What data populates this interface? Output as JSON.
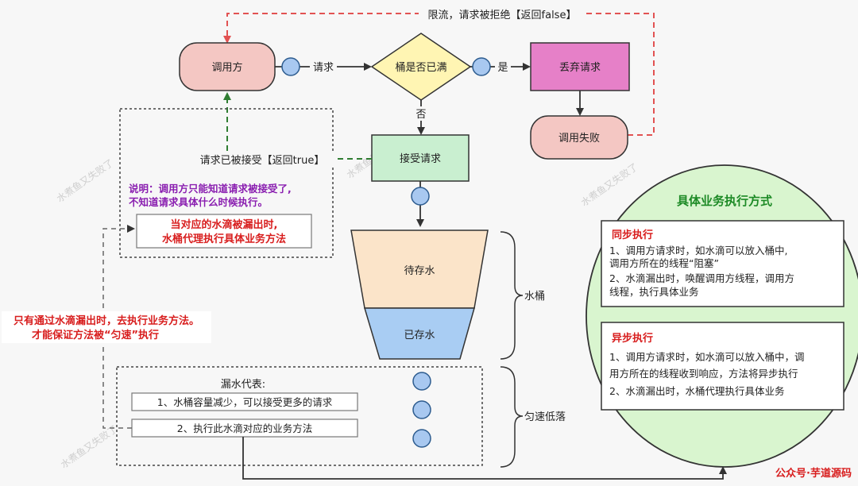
{
  "flow": {
    "caller": "调用方",
    "request": "请求",
    "bucket_full_question": "桶是否已满",
    "yes": "是",
    "no": "否",
    "discard_request": "丢弃请求",
    "call_failed": "调用失败",
    "reject_label": "限流，请求被拒绝【返回false】",
    "accept_request": "接受请求",
    "accepted_label": "请求已被接受【返回true】"
  },
  "note": {
    "line1": "说明：调用方只能知道请求被接受了,",
    "line2": "不知道请求具体什么时候执行。",
    "box_line1": "当对应的水滴被漏出时,",
    "box_line2": "水桶代理执行具体业务方法"
  },
  "bucket": {
    "pending_water": "待存水",
    "stored_water": "已存水",
    "label": "水桶"
  },
  "leak": {
    "title": "漏水代表:",
    "item1": "1、水桶容量减少，可以接受更多的请求",
    "item2": "2、执行此水滴对应的业务方法",
    "rate_label": "匀速低落"
  },
  "left_note": {
    "line1": "只有通过水滴漏出时，去执行业务方法。",
    "line2": "才能保证方法被“匀速”执行"
  },
  "exec_modes": {
    "title": "具体业务执行方式",
    "sync_title": "同步执行",
    "sync_lines": [
      "1、调用方请求时，如水滴可以放入桶中,",
      "调用方所在的线程“阻塞”",
      "2、水滴漏出时，唤醒调用方线程，调用方",
      "线程，执行具体业务"
    ],
    "async_title": "异步执行",
    "async_lines": [
      "1、调用方请求时，如水滴可以放入桶中，调",
      "用方所在的线程收到响应，方法将异步执行",
      "2、水滴漏出时，水桶代理执行具体业务"
    ]
  },
  "watermarks": [
    "水煮鱼又失败了",
    "水煮鱼又失败了",
    "水煮鱼又失败了",
    "水煮鱼又失败了"
  ],
  "footer_watermark": "公众号·芋道源码",
  "colors": {
    "caller_fill": "#f4c7c3",
    "discard_fill": "#e680c8",
    "accept_fill": "#c9efd0",
    "decision_fill": "#fff5b3",
    "pending_fill": "#fbe4c9",
    "stored_fill": "#a9cdf3",
    "exec_fill": "#d9f5cf",
    "dot_fill": "#a8c8f0"
  }
}
